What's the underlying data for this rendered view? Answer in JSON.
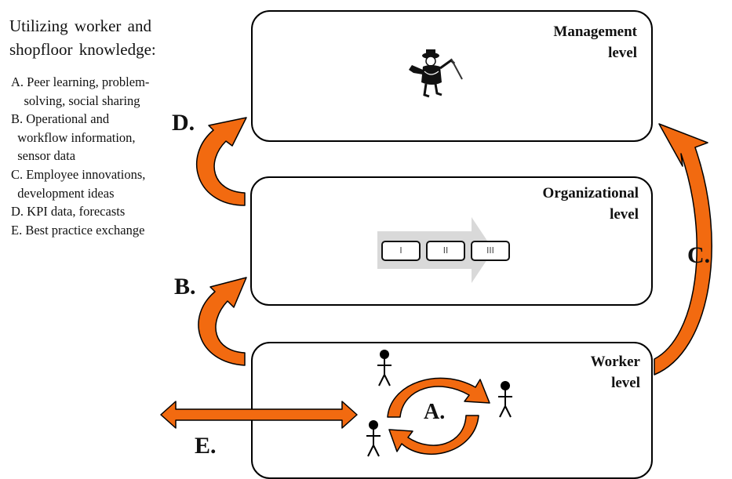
{
  "intro": {
    "line1": "Utilizing worker and",
    "line2": "shopfloor knowledge:"
  },
  "legend": [
    "A. Peer learning, problem-",
    "    solving, social sharing",
    "B. Operational and",
    "  workflow information,",
    "  sensor data",
    "C. Employee innovations,",
    "  development ideas",
    "D. KPI data, forecasts",
    "E. Best practice exchange"
  ],
  "levels": {
    "management": {
      "line1": "Management",
      "line2": "level"
    },
    "organizational": {
      "line1": "Organizational",
      "line2": "level"
    },
    "worker": {
      "line1": "Worker",
      "line2": "level"
    }
  },
  "process_steps": [
    "I",
    "II",
    "III"
  ],
  "flow_labels": {
    "a": "A.",
    "b": "B.",
    "c": "C.",
    "d": "D.",
    "e": "E."
  },
  "colors": {
    "arrow_fill": "#f26a10",
    "arrow_stroke": "#000000",
    "chevron": "#d9d9d9"
  },
  "icons": {
    "management": "tycoon-figure-icon",
    "worker": "stick-figure-icon"
  }
}
